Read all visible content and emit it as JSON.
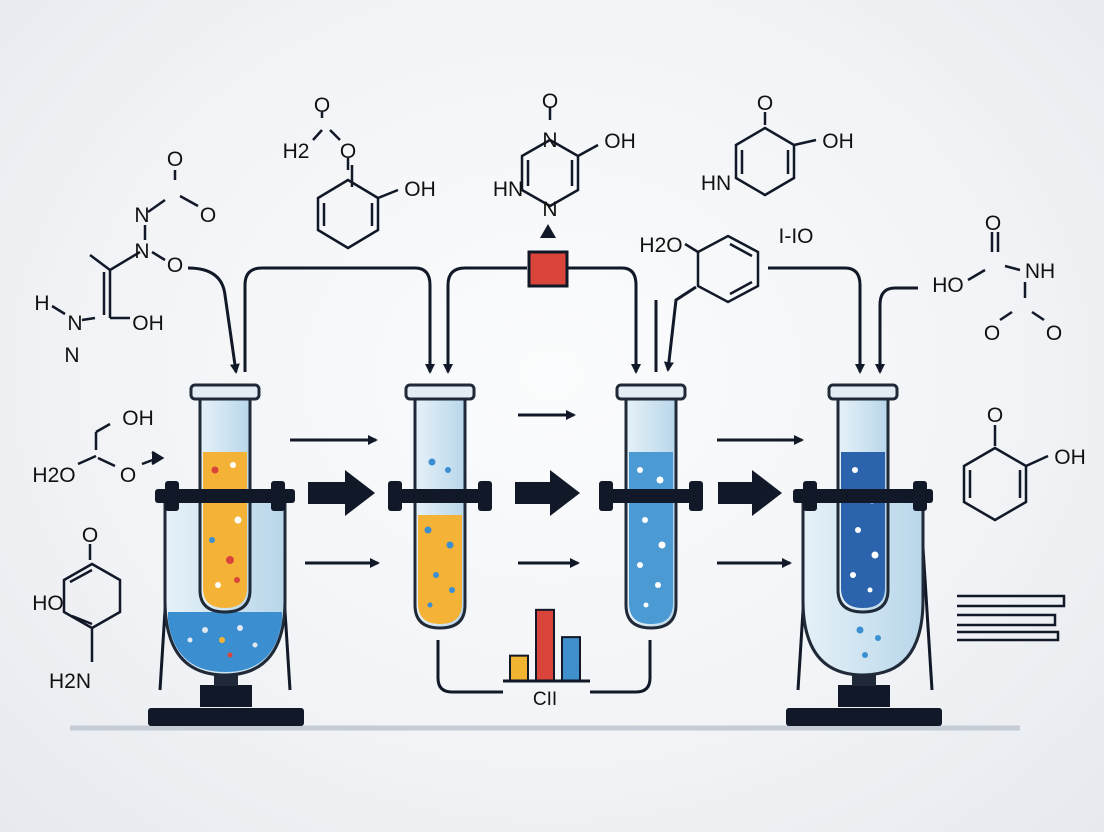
{
  "colors": {
    "ink": "#111827",
    "frame": "#0f1623",
    "glass": "#cfe4f1",
    "glass_stroke": "#1f2937",
    "orange_liquid": "#f4b336",
    "light_blue_liquid": "#a9d3ec",
    "mid_blue_liquid": "#4b9ad4",
    "dark_blue_liquid": "#2b63ad",
    "red_box": "#d9453a",
    "bar_orange": "#f0b430",
    "bar_red": "#d9453a",
    "bar_blue": "#3e8fcb"
  },
  "molecules": {
    "m1": {
      "label_n_top": "N",
      "label_o_top": "O",
      "label_o_right": "O",
      "label_n_mid": "N",
      "label_o_link": "O",
      "label_h": "H",
      "label_n_bottom_left": "N",
      "label_oh": "OH",
      "label_n_bottom": "N"
    },
    "m2": {
      "label_h2": "H2",
      "label_o_top": "O",
      "label_o_ring": "O",
      "label_oh": "OH"
    },
    "m3": {
      "label_o_top": "O",
      "label_n_top": "N",
      "label_oh": "OH",
      "label_hn": "HN",
      "label_n_bottom": "N"
    },
    "m4": {
      "label_o_top": "O",
      "label_oh": "OH",
      "label_hn": "HN"
    },
    "m5": {
      "label_h2o": "H2O"
    },
    "m6": {
      "label_text": "I-IO"
    },
    "m7": {
      "label_o_top": "O",
      "label_ho": "HO",
      "label_nh": "NH",
      "label_o_bottom_left": "O",
      "label_o_bottom_right": "O"
    },
    "m8": {
      "label_oh": "OH",
      "label_h2o": "H2O",
      "label_o": "O"
    },
    "m9": {
      "label_o_top": "O",
      "label_ho": "HO",
      "label_h2n": "H2N"
    },
    "m10": {
      "label_o_top": "O",
      "label_oh": "OH"
    }
  },
  "chart_label": "CII",
  "bar_chart": {
    "type": "bar",
    "categories": [
      "",
      "",
      ""
    ],
    "values": [
      2.6,
      7.3,
      4.5
    ],
    "ylim": [
      0,
      8
    ]
  },
  "tubes": [
    {
      "liquid": "orange"
    },
    {
      "liquid": "orange"
    },
    {
      "liquid": "blue"
    },
    {
      "liquid": "dark-blue"
    }
  ]
}
